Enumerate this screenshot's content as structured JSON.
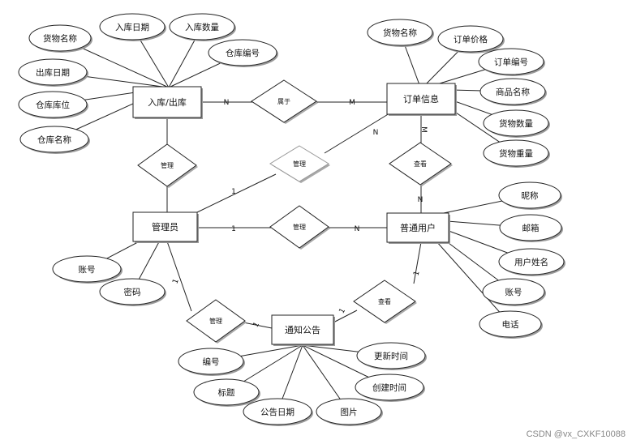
{
  "entities": [
    {
      "id": "e_stock",
      "label": "入库/出库"
    },
    {
      "id": "e_order",
      "label": "订单信息"
    },
    {
      "id": "e_admin",
      "label": "管理员"
    },
    {
      "id": "e_user",
      "label": "普通用户"
    },
    {
      "id": "e_notice",
      "label": "通知公告"
    }
  ],
  "relationships": [
    {
      "id": "r_belong",
      "label": "属于"
    },
    {
      "id": "r_manage1",
      "label": "管理"
    },
    {
      "id": "r_manage2",
      "label": "管理"
    },
    {
      "id": "r_manage3",
      "label": "管理"
    },
    {
      "id": "r_view1",
      "label": "查看"
    },
    {
      "id": "r_manage4",
      "label": "管理"
    },
    {
      "id": "r_view2",
      "label": "查看"
    }
  ],
  "attributes": [
    {
      "id": "a1",
      "label": "货物名称",
      "entity": "e_stock"
    },
    {
      "id": "a2",
      "label": "入库日期",
      "entity": "e_stock"
    },
    {
      "id": "a3",
      "label": "入库数量",
      "entity": "e_stock"
    },
    {
      "id": "a4",
      "label": "仓库编号",
      "entity": "e_stock"
    },
    {
      "id": "a5",
      "label": "出库日期",
      "entity": "e_stock"
    },
    {
      "id": "a6",
      "label": "仓库库位",
      "entity": "e_stock"
    },
    {
      "id": "a7",
      "label": "仓库名称",
      "entity": "e_stock"
    },
    {
      "id": "a8",
      "label": "货物名称",
      "entity": "e_order"
    },
    {
      "id": "a9",
      "label": "订单价格",
      "entity": "e_order"
    },
    {
      "id": "a10",
      "label": "订单编号",
      "entity": "e_order"
    },
    {
      "id": "a11",
      "label": "商品名称",
      "entity": "e_order"
    },
    {
      "id": "a12",
      "label": "货物数量",
      "entity": "e_order"
    },
    {
      "id": "a13",
      "label": "货物重量",
      "entity": "e_order"
    },
    {
      "id": "a14",
      "label": "昵称",
      "entity": "e_user"
    },
    {
      "id": "a15",
      "label": "邮箱",
      "entity": "e_user"
    },
    {
      "id": "a16",
      "label": "用户姓名",
      "entity": "e_user"
    },
    {
      "id": "a17",
      "label": "账号",
      "entity": "e_user"
    },
    {
      "id": "a18",
      "label": "电话",
      "entity": "e_user"
    },
    {
      "id": "a19",
      "label": "账号",
      "entity": "e_admin"
    },
    {
      "id": "a20",
      "label": "密码",
      "entity": "e_admin"
    },
    {
      "id": "a21",
      "label": "编号",
      "entity": "e_notice"
    },
    {
      "id": "a22",
      "label": "标题",
      "entity": "e_notice"
    },
    {
      "id": "a23",
      "label": "公告日期",
      "entity": "e_notice"
    },
    {
      "id": "a24",
      "label": "图片",
      "entity": "e_notice"
    },
    {
      "id": "a25",
      "label": "创建时间",
      "entity": "e_notice"
    },
    {
      "id": "a26",
      "label": "更新时间",
      "entity": "e_notice"
    }
  ],
  "cardinalities": [
    {
      "id": "c1",
      "label": "N"
    },
    {
      "id": "c2",
      "label": "M"
    },
    {
      "id": "c3",
      "label": "N"
    },
    {
      "id": "c4",
      "label": "1"
    },
    {
      "id": "c5",
      "label": "M"
    },
    {
      "id": "c6",
      "label": "N"
    },
    {
      "id": "c7",
      "label": "1"
    },
    {
      "id": "c8",
      "label": "N"
    },
    {
      "id": "c9",
      "label": "1"
    },
    {
      "id": "c10",
      "label": "1"
    },
    {
      "id": "c11",
      "label": "1"
    },
    {
      "id": "c12",
      "label": "1"
    }
  ],
  "watermark": "CSDN @vx_CXKF10088"
}
